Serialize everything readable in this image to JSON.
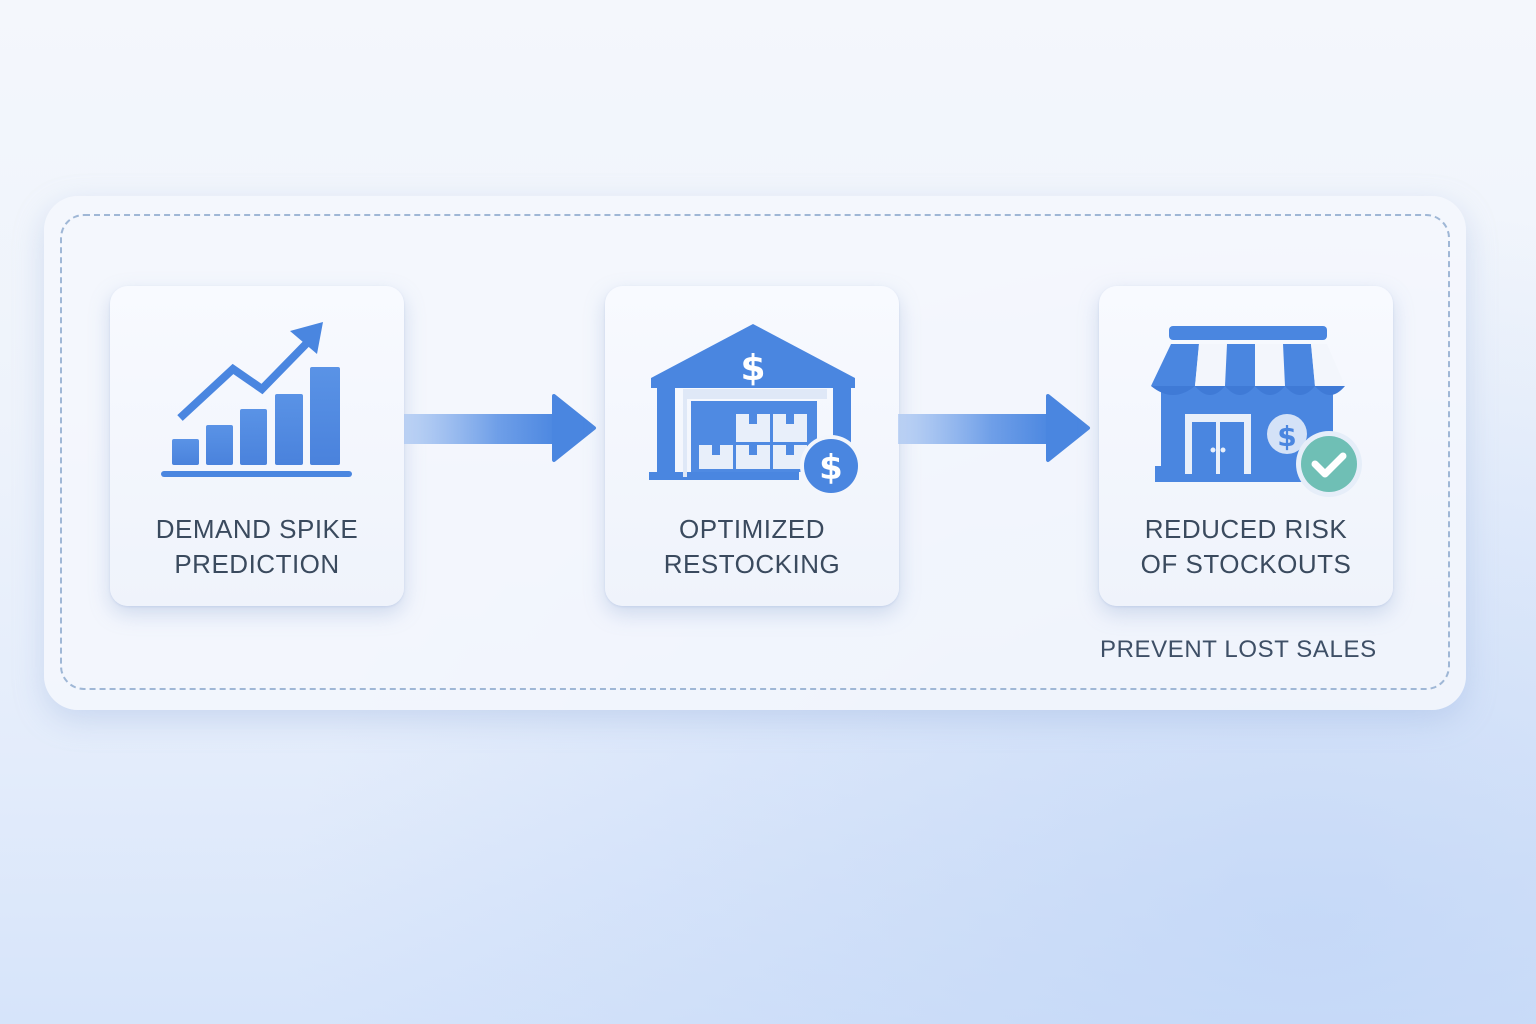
{
  "diagram": {
    "type": "process-flow",
    "steps": [
      {
        "id": "demand-spike-prediction",
        "icon": "bar-chart-trend-up-icon",
        "label_lines": [
          "DEMAND SPIKE",
          "PREDICTION"
        ]
      },
      {
        "id": "optimized-restocking",
        "icon": "warehouse-dollar-icon",
        "label_lines": [
          "OPTIMIZED",
          "RESTOCKING"
        ]
      },
      {
        "id": "reduced-risk-of-stockouts",
        "icon": "storefront-check-icon",
        "label_lines": [
          "REDUCED RISK",
          "OF STOCKOUTS"
        ]
      }
    ],
    "connectors": [
      {
        "from": "demand-spike-prediction",
        "to": "optimized-restocking",
        "icon": "arrow-right-icon"
      },
      {
        "from": "optimized-restocking",
        "to": "reduced-risk-of-stockouts",
        "icon": "arrow-right-icon"
      }
    ],
    "group_caption": "PREVENT LOST SALES"
  },
  "colors": {
    "primary_blue": "#4a86e0",
    "light_blue": "#a9c6f2",
    "check_teal": "#6fbfb5",
    "text_dark": "#3a4a5e",
    "dashed_border": "#9fb7d6",
    "card_bg": "#f6f9fe"
  }
}
